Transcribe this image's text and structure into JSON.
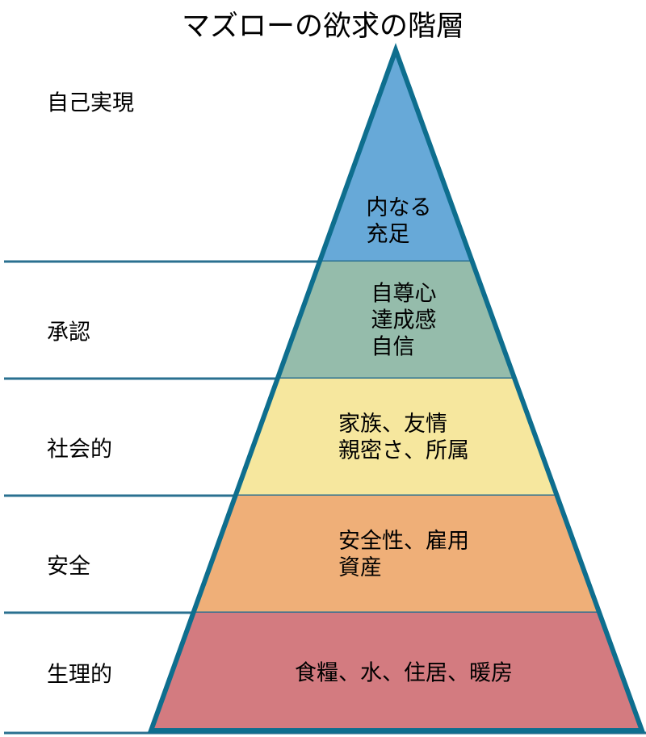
{
  "title": "マズローの欲求の階層",
  "colors": {
    "outline": "#0e6e8e",
    "divider": "#2a7090"
  },
  "tiers": [
    {
      "level": "自己実現",
      "description": [
        "内なる",
        "充足"
      ],
      "color": "#67a9d8"
    },
    {
      "level": "承認",
      "description": [
        "自尊心",
        "達成感",
        "自信"
      ],
      "color": "#95bcab"
    },
    {
      "level": "社会的",
      "description": [
        "家族、友情",
        "親密さ、所属"
      ],
      "color": "#f6e79e"
    },
    {
      "level": "安全",
      "description": [
        "安全性、雇用",
        "資産"
      ],
      "color": "#efaf78"
    },
    {
      "level": "生理的",
      "description": [
        "食糧、水、住居、暖房"
      ],
      "color": "#d37b80"
    }
  ]
}
